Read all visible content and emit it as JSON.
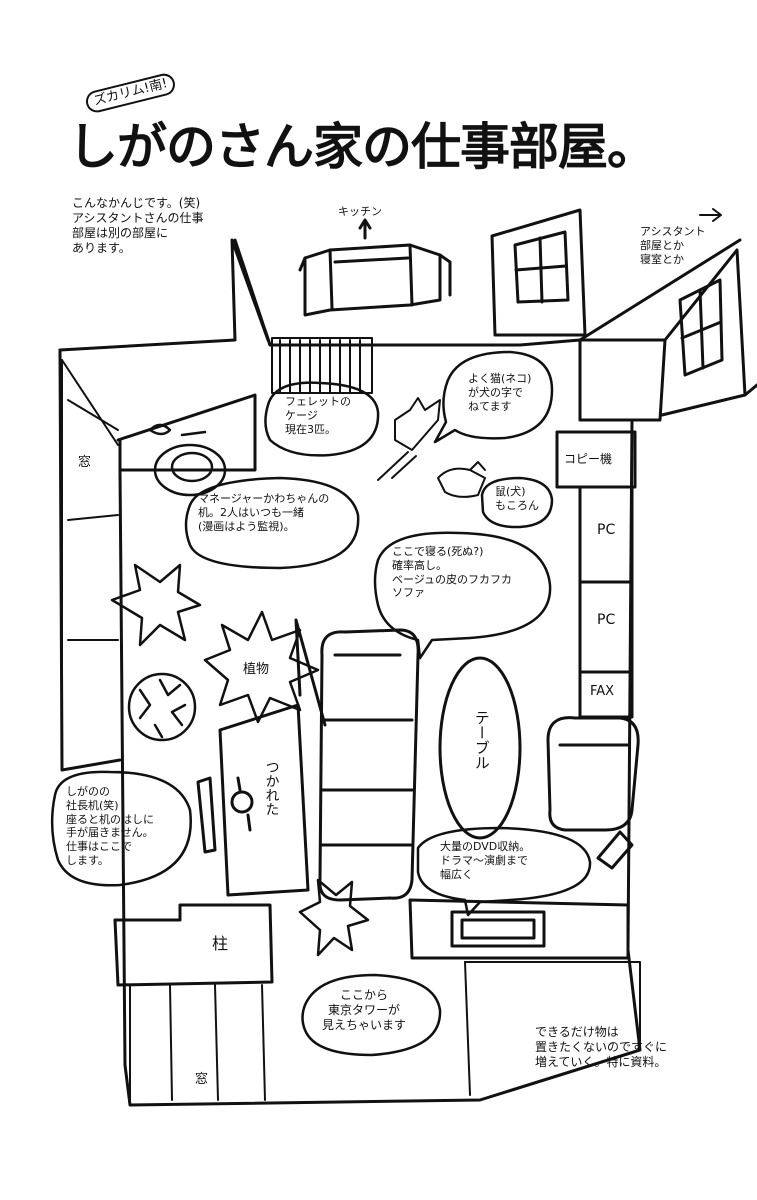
{
  "header": {
    "tag": "ズカリム!南!",
    "title": "しがのさん家の仕事部屋。"
  },
  "notes": {
    "intro": "こんなかんじです。(笑)\nアシスタントさんの仕事\n部屋は別の部屋に\nあります。",
    "kitchen": "キッチン",
    "assistant": "アシスタント\n部屋とか\n寝室とか",
    "ferret": "フェレットの\nケージ\n現在3匹。",
    "cat": "よく猫(ネコ)\nが犬の字で\nねてます",
    "dog": "鼠(犬)\nもころん",
    "manager": "マネージャーかわちゃんの\n机。2人はいつも一緒\n(漫画はよう監視)。",
    "sofa": "ここで寝る(死ぬ?)\n確率高し。\nベージュの皮のフカフカ\nソファ",
    "plant": "植物",
    "shiga": "しがのの\n社長机(笑)\n座ると机のはしに\n手が届きません。\n仕事はここで\nします。",
    "tired": "つかれた",
    "dvd": "大量のDVD収納。\nドラマ〜演劇まで\n幅広く",
    "tower": "ここから\n東京タワーが\n見えちゃいます",
    "bottom": "できるだけ物は\n置きたくないのですぐに\n増えていく。特に資料。"
  },
  "labels": {
    "window_left": "窓",
    "window_bottom": "窓",
    "pillar": "柱",
    "copy": "コピー機",
    "pc1": "PC",
    "pc2": "PC",
    "fax": "FAX",
    "table": "テーブル"
  }
}
